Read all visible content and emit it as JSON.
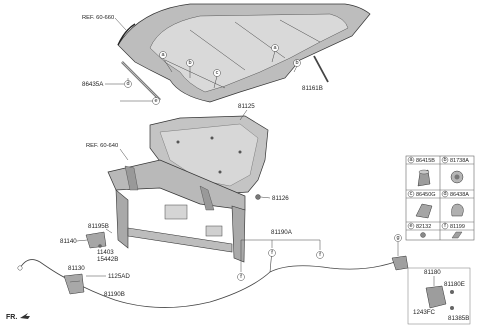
{
  "labels": {
    "ref_60_660": "REF. 60-660",
    "ref_60_640": "REF. 60-640",
    "p86435A": "86435A",
    "p81161B": "81161B",
    "p81125": "81125",
    "p81126": "81126",
    "p81195B": "81195B",
    "p81140": "81140",
    "p11403": "11403",
    "p15442B": "15442B",
    "p81130": "81130",
    "p1125AD": "1125AD",
    "p81190B": "81190B",
    "p81190A": "81190A",
    "p81180": "81180",
    "p81180E": "81180E",
    "p1243FC": "1243FC",
    "p81385B": "81385B",
    "fr": "FR."
  },
  "callouts": {
    "a": "a",
    "b": "b",
    "c": "c",
    "d": "d",
    "e": "e",
    "f": "f",
    "g": "g"
  },
  "legend": [
    {
      "letter": "a",
      "part": "86415B"
    },
    {
      "letter": "b",
      "part": "81738A"
    },
    {
      "letter": "c",
      "part": "86450G"
    },
    {
      "letter": "d",
      "part": "86438A"
    },
    {
      "letter": "e",
      "part": "82132"
    },
    {
      "letter": "f",
      "part": "81199"
    }
  ],
  "colors": {
    "part_fill": "#c8c8c8",
    "part_dark": "#8a8a8a",
    "part_light": "#e2e2e2",
    "line": "#444444"
  }
}
